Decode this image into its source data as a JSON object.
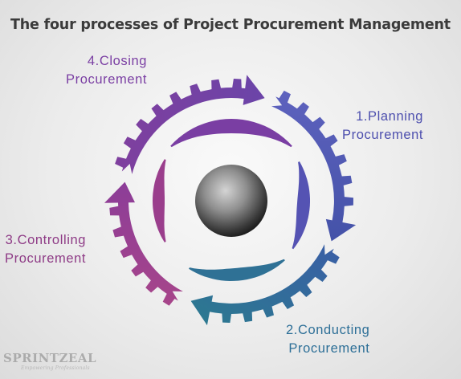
{
  "title": "The four processes of Project Procurement Management",
  "processes": [
    {
      "line1": "1.Planning",
      "line2": "Procurement",
      "color": "#5553b3"
    },
    {
      "line1": "2.Conducting",
      "line2": "Procurement",
      "color": "#2f7195"
    },
    {
      "line1": "3.Controlling",
      "line2": "Procurement",
      "color": "#9a3e8c"
    },
    {
      "line1": "4.Closing",
      "line2": "Procurement",
      "color": "#7a3ea3"
    }
  ],
  "logo": {
    "name": "SPRINTZEAL",
    "tagline": "Empowering Professionals"
  }
}
